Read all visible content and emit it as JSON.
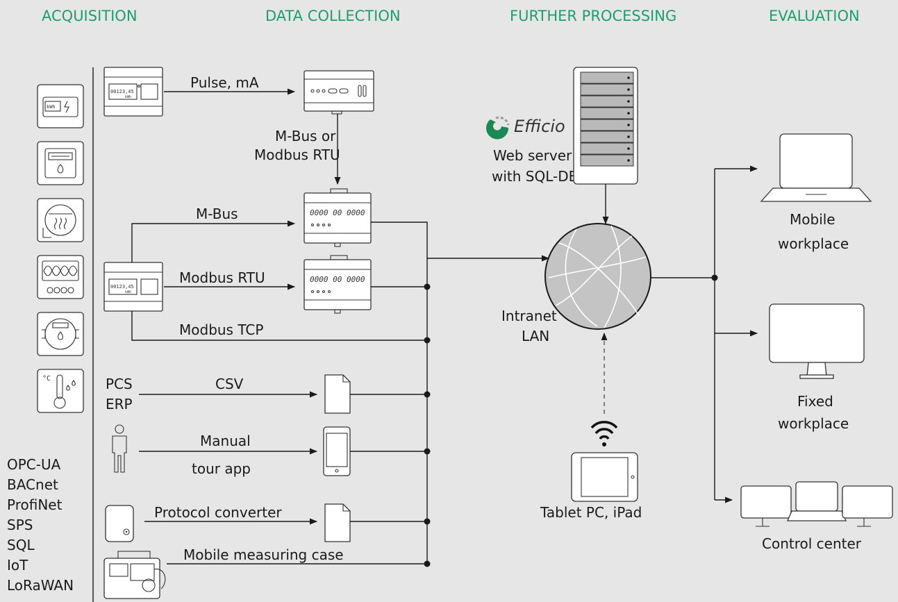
{
  "headers": {
    "acquisition": "ACQUISITION",
    "data_collection": "DATA COLLECTION",
    "further_processing": "FURTHER PROCESSING",
    "evaluation": "EVALUATION"
  },
  "protocols": [
    "OPC-UA",
    "BACnet",
    "ProfiNet",
    "SPS",
    "SQL",
    "IoT",
    "LoRaWAN"
  ],
  "meter_icons": [
    "electricity-meter-icon",
    "gas-meter-icon",
    "heat-meter-icon",
    "power-analyzer-icon",
    "water-meter-icon",
    "temperature-humidity-icon"
  ],
  "device_display": {
    "reading": "00123,45",
    "unit": "kWh"
  },
  "links": {
    "pulse_ma": "Pulse, mA",
    "mbus_or_modbus_line1": "M-Bus or",
    "mbus_or_modbus_line2": "Modbus RTU",
    "mbus": "M-Bus",
    "modbus_rtu": "Modbus RTU",
    "modbus_tcp": "Modbus TCP",
    "csv": "CSV",
    "manual_line1": "Manual",
    "manual_line2": "tour app",
    "protocol_converter": "Protocol converter",
    "mobile_measuring_case": "Mobile measuring case"
  },
  "sources": {
    "pcs": "PCS",
    "erp": "ERP"
  },
  "server": {
    "brand": "Efficio",
    "line1": "Web server",
    "line2": "with SQL-DB"
  },
  "network": {
    "line1": "Intranet",
    "line2": "LAN"
  },
  "tablet": {
    "label": "Tablet PC, iPad"
  },
  "outputs": {
    "mobile_line1": "Mobile",
    "mobile_line2": "workplace",
    "fixed_line1": "Fixed",
    "fixed_line2": "workplace",
    "control": "Control center"
  },
  "colors": {
    "accent": "#1aa06a",
    "background": "#e6e6e6",
    "brand_green": "#1a8a55"
  }
}
